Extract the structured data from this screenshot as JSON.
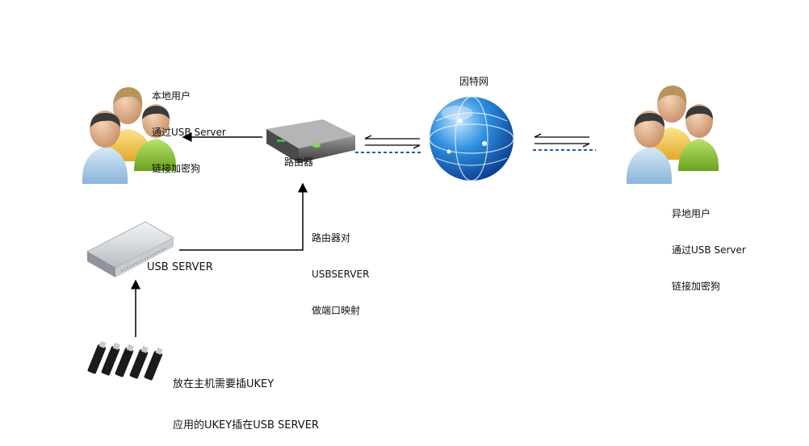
{
  "labels": {
    "local_users": [
      "本地用户",
      "通过USB Server",
      "链接加密狗"
    ],
    "router": "路由器",
    "internet": "因特网",
    "remote_users": [
      "异地用户",
      "通过USB Server",
      "链接加密狗"
    ],
    "port_mapping": [
      "路由器对",
      "USBSERVER",
      "做端口映射"
    ],
    "usb_server": "USB SERVER",
    "ukey_note": [
      "放在主机需要插UKEY",
      "应用的UKEY插在USB SERVER"
    ]
  },
  "colors": {
    "line": "#000000",
    "dotted": "#1f5fa8",
    "globe": "#1a7fd6",
    "user_blue": "#a9c9e6",
    "user_green": "#8cc63f",
    "user_yellow": "#f2c94c"
  }
}
